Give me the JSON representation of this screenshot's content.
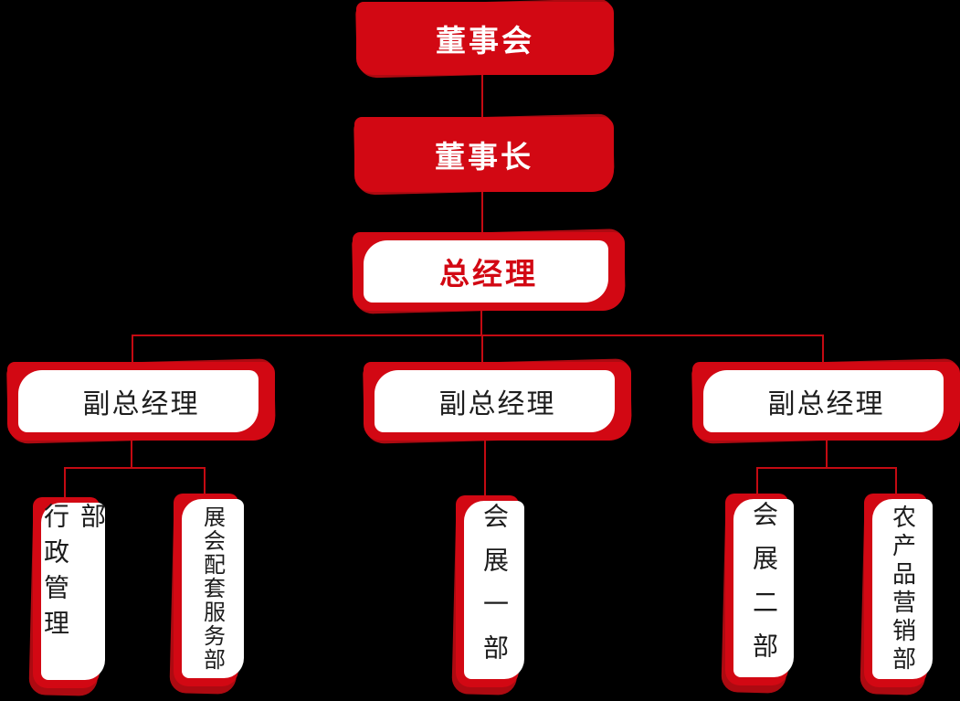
{
  "chart": {
    "type": "org-chart",
    "background_color": "#000000",
    "accent_color": "#d20813",
    "accent_dark": "#ad0a11",
    "connector_color": "#c40a12",
    "nodes": {
      "board": {
        "label": "董事会",
        "level": 1,
        "style": "red-filled-white-text"
      },
      "chairman": {
        "label": "董事长",
        "level": 2,
        "style": "red-filled-white-text"
      },
      "general_manager": {
        "label": "总经理",
        "level": 3,
        "style": "white-filled-red-text"
      },
      "deputy_gm_1": {
        "label": "副总经理",
        "level": 4,
        "style": "white-filled-black-text"
      },
      "deputy_gm_2": {
        "label": "副总经理",
        "level": 4,
        "style": "white-filled-black-text"
      },
      "deputy_gm_3": {
        "label": "副总经理",
        "level": 4,
        "style": "white-filled-black-text"
      },
      "dept_admin": {
        "label": "行政管理部",
        "level": 5,
        "style": "vertical-white-filled"
      },
      "dept_exhibition_support": {
        "label": "展会配套服务部",
        "level": 5,
        "style": "vertical-white-filled"
      },
      "dept_exhibition_1": {
        "label": "会展一部",
        "level": 5,
        "style": "vertical-white-filled"
      },
      "dept_exhibition_2": {
        "label": "会展二部",
        "level": 5,
        "style": "vertical-white-filled"
      },
      "dept_agri_marketing": {
        "label": "农产品营销部",
        "level": 5,
        "style": "vertical-white-filled"
      }
    },
    "edges": [
      [
        "board",
        "chairman"
      ],
      [
        "chairman",
        "general_manager"
      ],
      [
        "general_manager",
        "deputy_gm_1"
      ],
      [
        "general_manager",
        "deputy_gm_2"
      ],
      [
        "general_manager",
        "deputy_gm_3"
      ],
      [
        "deputy_gm_1",
        "dept_admin"
      ],
      [
        "deputy_gm_1",
        "dept_exhibition_support"
      ],
      [
        "deputy_gm_2",
        "dept_exhibition_1"
      ],
      [
        "deputy_gm_3",
        "dept_exhibition_2"
      ],
      [
        "deputy_gm_3",
        "dept_agri_marketing"
      ]
    ]
  }
}
